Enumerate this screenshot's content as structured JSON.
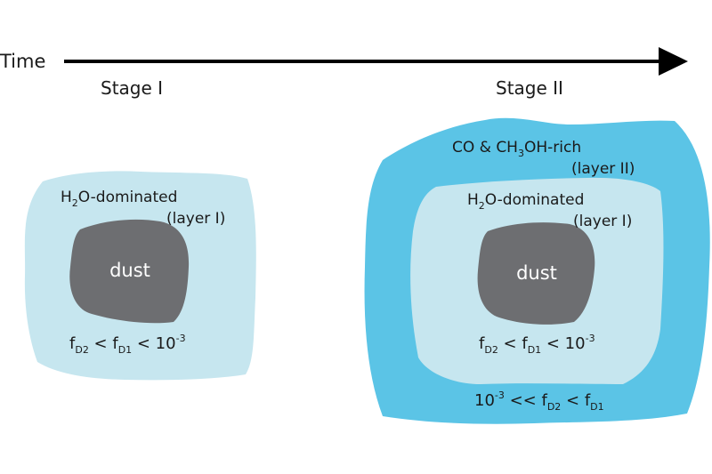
{
  "timeline": {
    "label": "Time"
  },
  "stages": [
    {
      "title": "Stage I",
      "layer1": {
        "species": "H",
        "sub": "2",
        "rest": "O-dominated",
        "tag": "(layer I)"
      },
      "core": "dust",
      "relation": {
        "f1": "f",
        "f1sub": "D2",
        "lt1": " < ",
        "f2": "f",
        "f2sub": "D1",
        "lt2": " < 10",
        "exp": "-3"
      }
    },
    {
      "title": "Stage II",
      "layer2": {
        "pre": "CO & CH",
        "sub": "3",
        "post": "OH-rich",
        "tag": "(layer II)"
      },
      "layer1": {
        "species": "H",
        "sub": "2",
        "rest": "O-dominated",
        "tag": "(layer I)"
      },
      "core": "dust",
      "relation": {
        "f1": "f",
        "f1sub": "D2",
        "lt1": " < ",
        "f2": "f",
        "f2sub": "D1",
        "lt2": " < 10",
        "exp": "-3"
      },
      "relation2": {
        "base": "10",
        "exp": "-3",
        "mid": " << ",
        "f1": "f",
        "f1sub": "D2",
        "lt": " < ",
        "f2": "f",
        "f2sub": "D1"
      }
    }
  ],
  "colors": {
    "outer_layer": "#5bc4e6",
    "inner_layer": "#c6e6ef",
    "dust": "#6d6e71",
    "arrow": "#000000"
  }
}
